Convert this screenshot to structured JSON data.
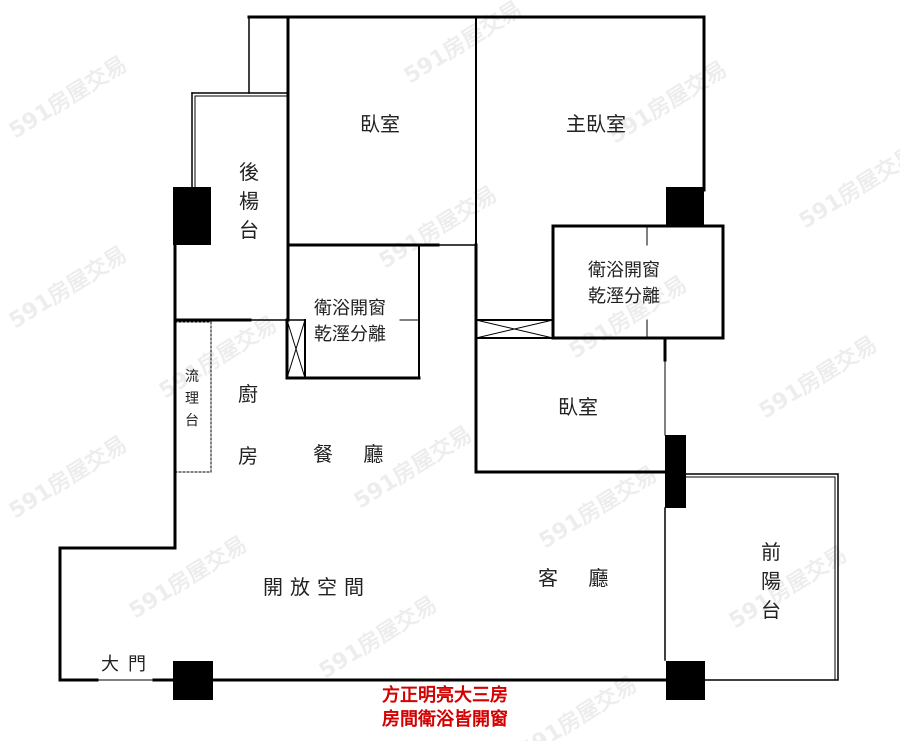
{
  "floorplan": {
    "rooms": {
      "bedroom_a": "臥室",
      "master_bedroom": "主臥室",
      "rear_balcony": [
        "後",
        "楊",
        "台"
      ],
      "bath_left": [
        "衛浴開窗",
        "乾溼分離"
      ],
      "bath_right": [
        "衛浴開窗",
        "乾溼分離"
      ],
      "counter": [
        "流",
        "理",
        "台"
      ],
      "kitchen": [
        "廚",
        "房"
      ],
      "dining": "餐 廳",
      "bedroom_b": "臥室",
      "open_space": "開放空間",
      "living": "客 廳",
      "front_balcony": [
        "前",
        "陽",
        "台"
      ],
      "main_door": "大門"
    },
    "caption": [
      "方正明亮大三房",
      "房間衛浴皆開窗"
    ],
    "watermark": "591房屋交易",
    "colors": {
      "wall": "#000000",
      "caption": "#d40000",
      "background": "#ffffff"
    }
  }
}
